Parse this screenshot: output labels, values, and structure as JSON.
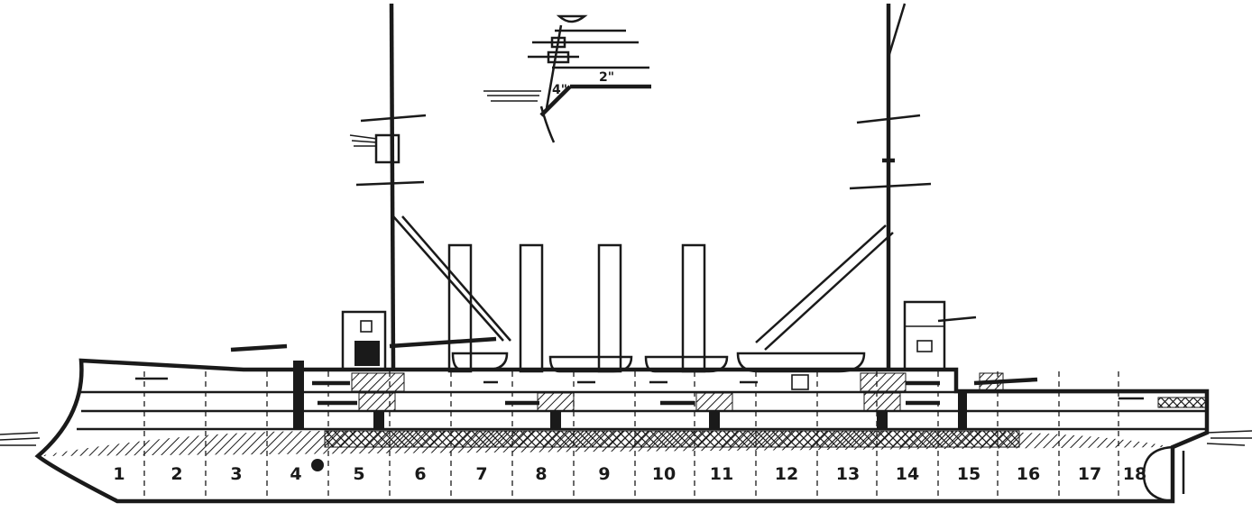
{
  "compartments": [
    "1",
    "2",
    "3",
    "4",
    "5",
    "6",
    "7",
    "8",
    "9",
    "10",
    "11",
    "12",
    "13",
    "14",
    "15",
    "16",
    "17",
    "18"
  ],
  "armor_section": {
    "deck_thickness": "2\"",
    "slope_thickness": "4\""
  },
  "colors": {
    "ink": "#1a1a1a",
    "background": "#ffffff"
  }
}
